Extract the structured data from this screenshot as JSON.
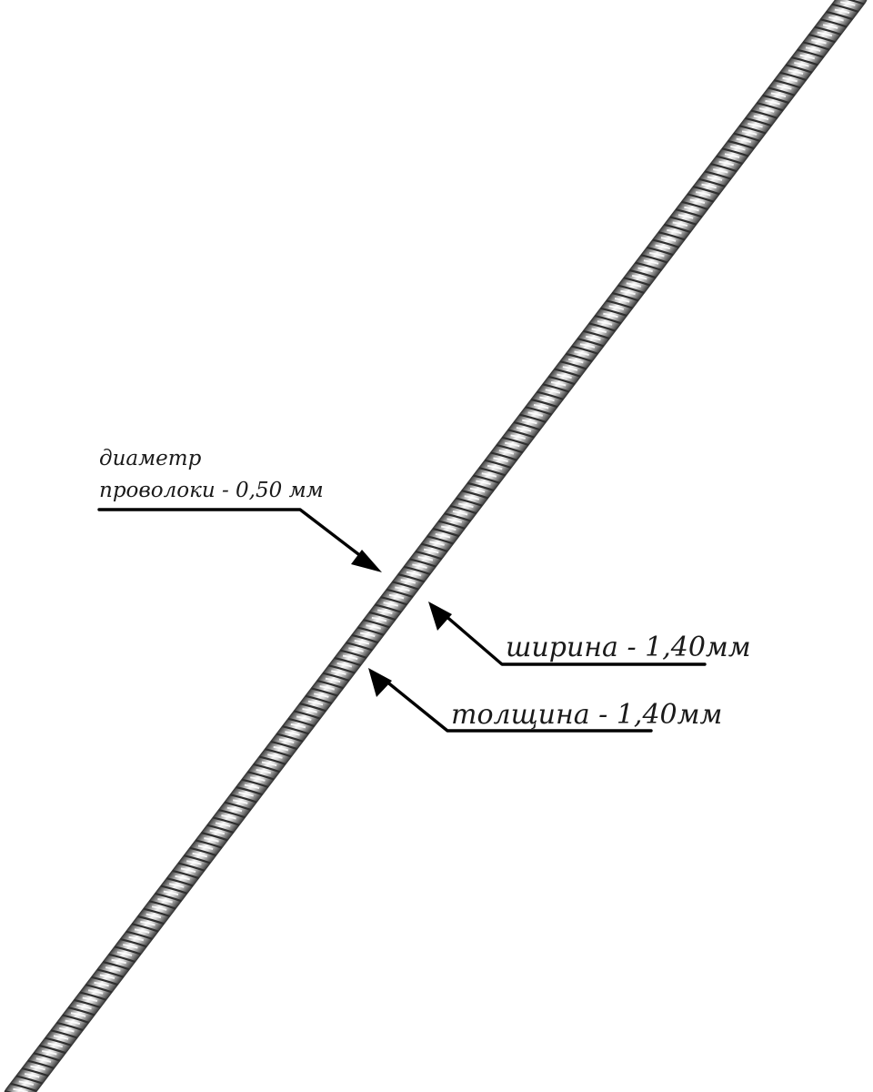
{
  "annotations": {
    "wire_diameter": {
      "line1": "диаметр",
      "line2": "проволоки - 0,50 мм"
    },
    "width": {
      "text": "ширина - 1,40мм"
    },
    "thickness": {
      "text": "толщина - 1,40мм"
    }
  },
  "colors": {
    "background": "#ffffff",
    "text": "#1a1a1a",
    "leader": "#000000",
    "chain_light": "#f4f4f4",
    "chain_mid": "#a8a8a8",
    "chain_dark": "#4a4a4a"
  },
  "subject": {
    "icon": "snake-chain-strand"
  }
}
